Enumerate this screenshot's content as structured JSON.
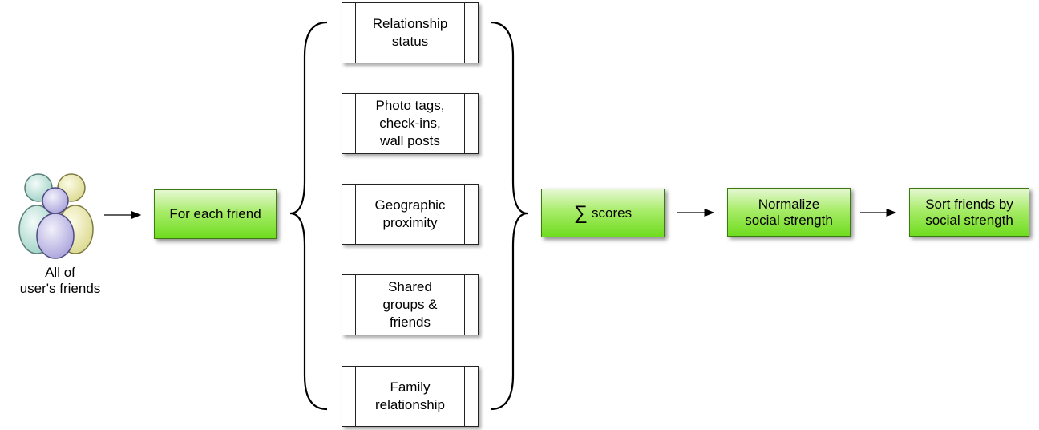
{
  "friends_icon": {
    "icon": "group-users-icon",
    "label_line1": "All of",
    "label_line2": "user's friends"
  },
  "for_each": {
    "label": "For each friend"
  },
  "signals": [
    {
      "line1": "Relationship",
      "line2": "status",
      "line3": ""
    },
    {
      "line1": "Photo tags,",
      "line2": "check-ins,",
      "line3": "wall posts"
    },
    {
      "line1": "Geographic",
      "line2": "proximity",
      "line3": ""
    },
    {
      "line1": "Shared",
      "line2": "groups &",
      "line3": "friends"
    },
    {
      "line1": "Family",
      "line2": "relationship",
      "line3": ""
    }
  ],
  "sum": {
    "symbol": "∑",
    "label": "scores"
  },
  "normalize": {
    "line1": "Normalize",
    "line2": "social strength"
  },
  "sort": {
    "line1": "Sort friends by",
    "line2": "social strength"
  },
  "colors": {
    "box_green_top": "#e6f8d4",
    "box_green_bottom": "#6fdc1e",
    "stroke": "#000000"
  }
}
